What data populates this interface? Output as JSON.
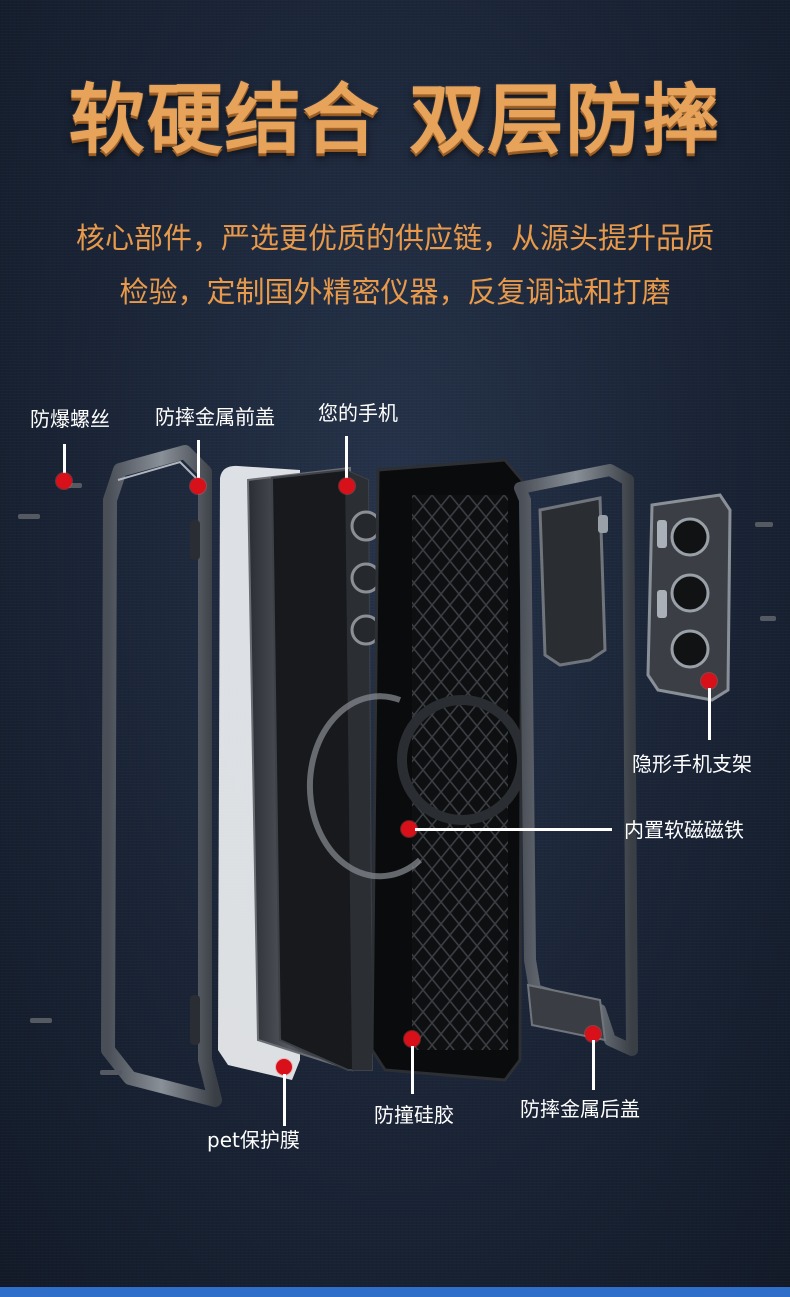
{
  "title": "软硬结合 双层防摔",
  "subtitle": {
    "line1": "核心部件，严选更优质的供应链，从源头提升品质",
    "line2": "检验，定制国外精密仪器，反复调试和打磨"
  },
  "callouts": {
    "screws": "防爆螺丝",
    "front_cover": "防摔金属前盖",
    "your_phone": "您的手机",
    "kickstand": "隐形手机支架",
    "magnet": "内置软磁磁铁",
    "silicone": "防撞硅胶",
    "back_cover": "防摔金属后盖",
    "pet_film": "pet保护膜"
  },
  "colors": {
    "title": "#e8a35a",
    "subtitle": "#e89a4a",
    "marker": "#d8101a",
    "background": "#1a2436"
  }
}
